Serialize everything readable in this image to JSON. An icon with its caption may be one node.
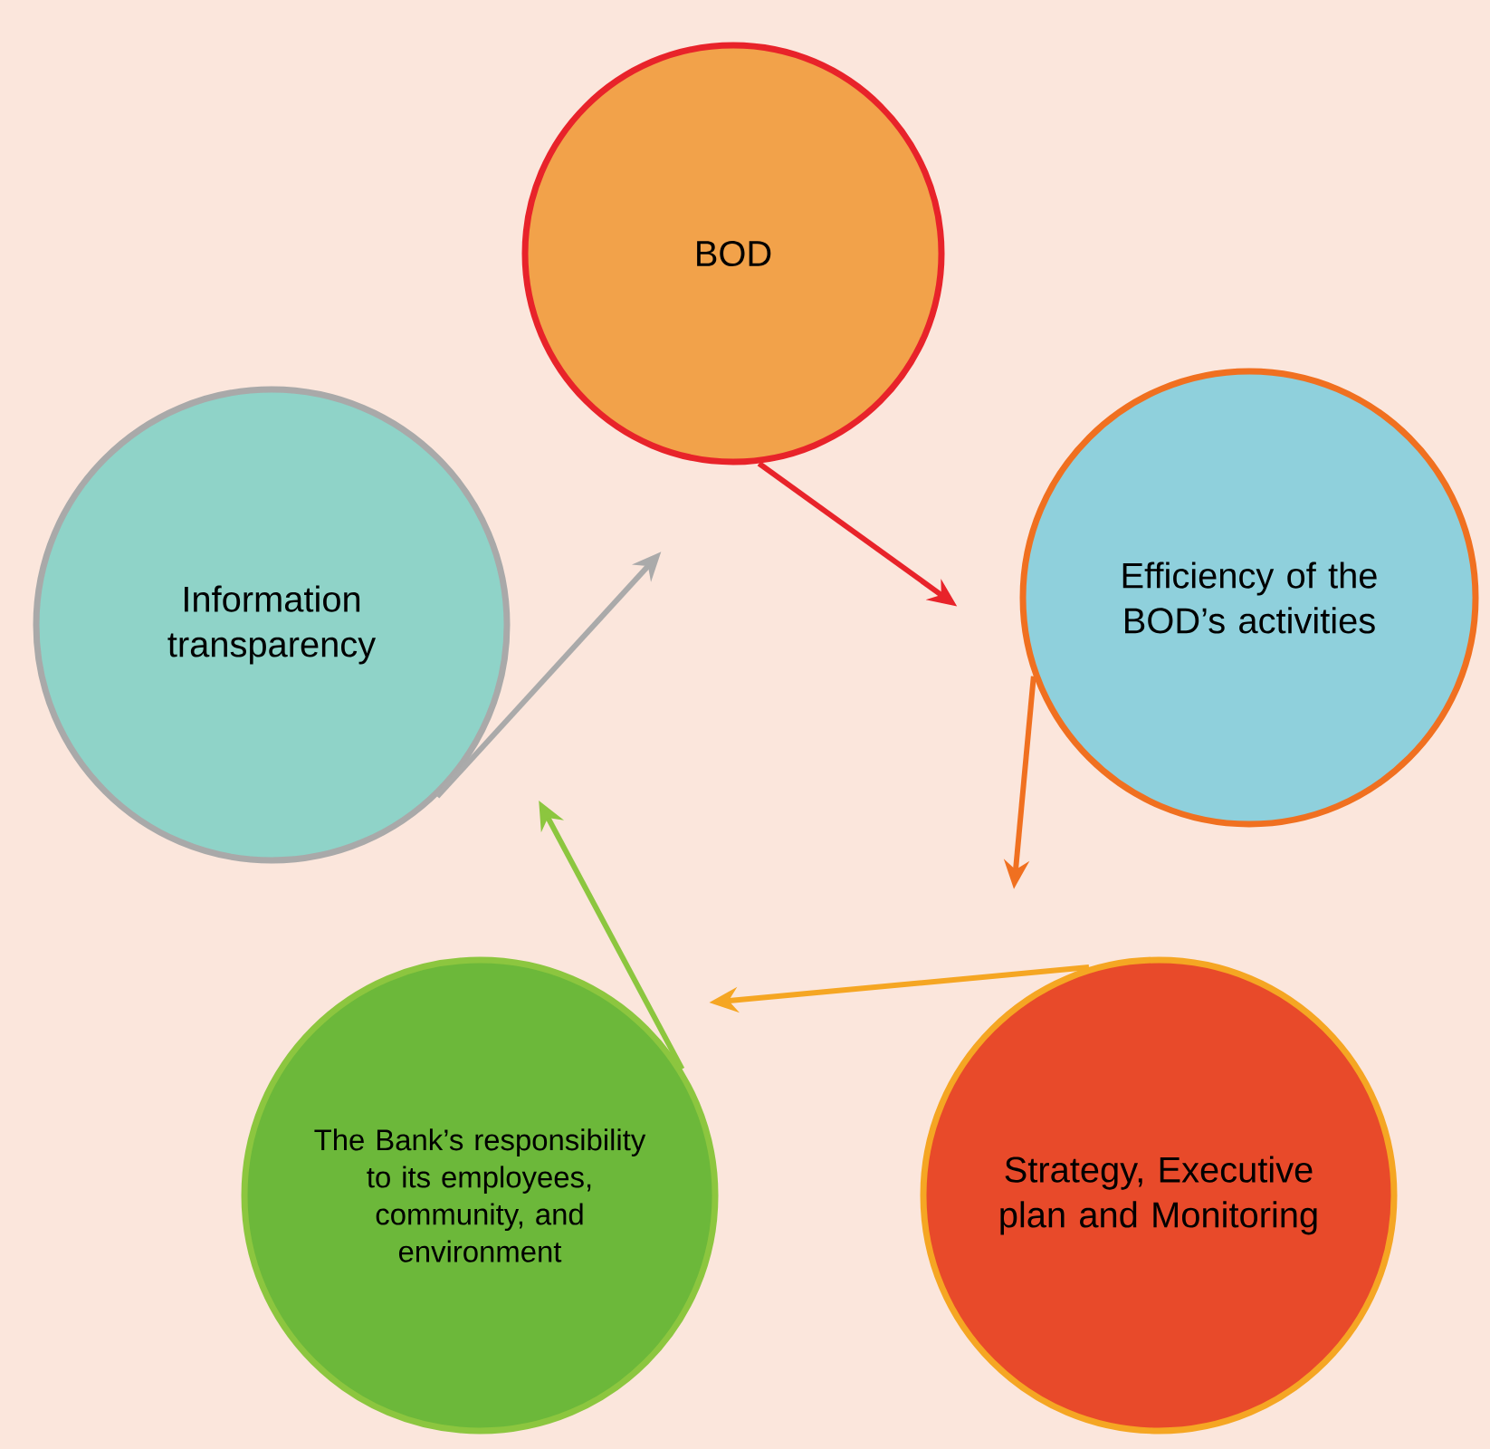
{
  "diagram": {
    "nodes": [
      {
        "text": [
          "BOD"
        ]
      },
      {
        "text": [
          "Efficiency of the BOD’s activities"
        ]
      },
      {
        "text": [
          "Strategy, Executive plan and Monitoring"
        ]
      },
      {
        "text": [
          "The Bank’s responsibility to its employees, community, and environment"
        ]
      },
      {
        "text": [
          "Information transparency"
        ]
      }
    ],
    "edges": [
      {
        "from": 0,
        "to": 1,
        "arrow": "to",
        "color": "#e8232a"
      },
      {
        "from": 1,
        "to": 2,
        "arrow": "to",
        "color": "#f07020"
      },
      {
        "from": 2,
        "to": 3,
        "arrow": "to",
        "color": "#f5a623"
      },
      {
        "from": 3,
        "to": 4,
        "arrow": "to",
        "color": "#8cc63f"
      },
      {
        "from": 4,
        "to": 0,
        "arrow": "to",
        "color": "#aaaaaa"
      }
    ]
  }
}
